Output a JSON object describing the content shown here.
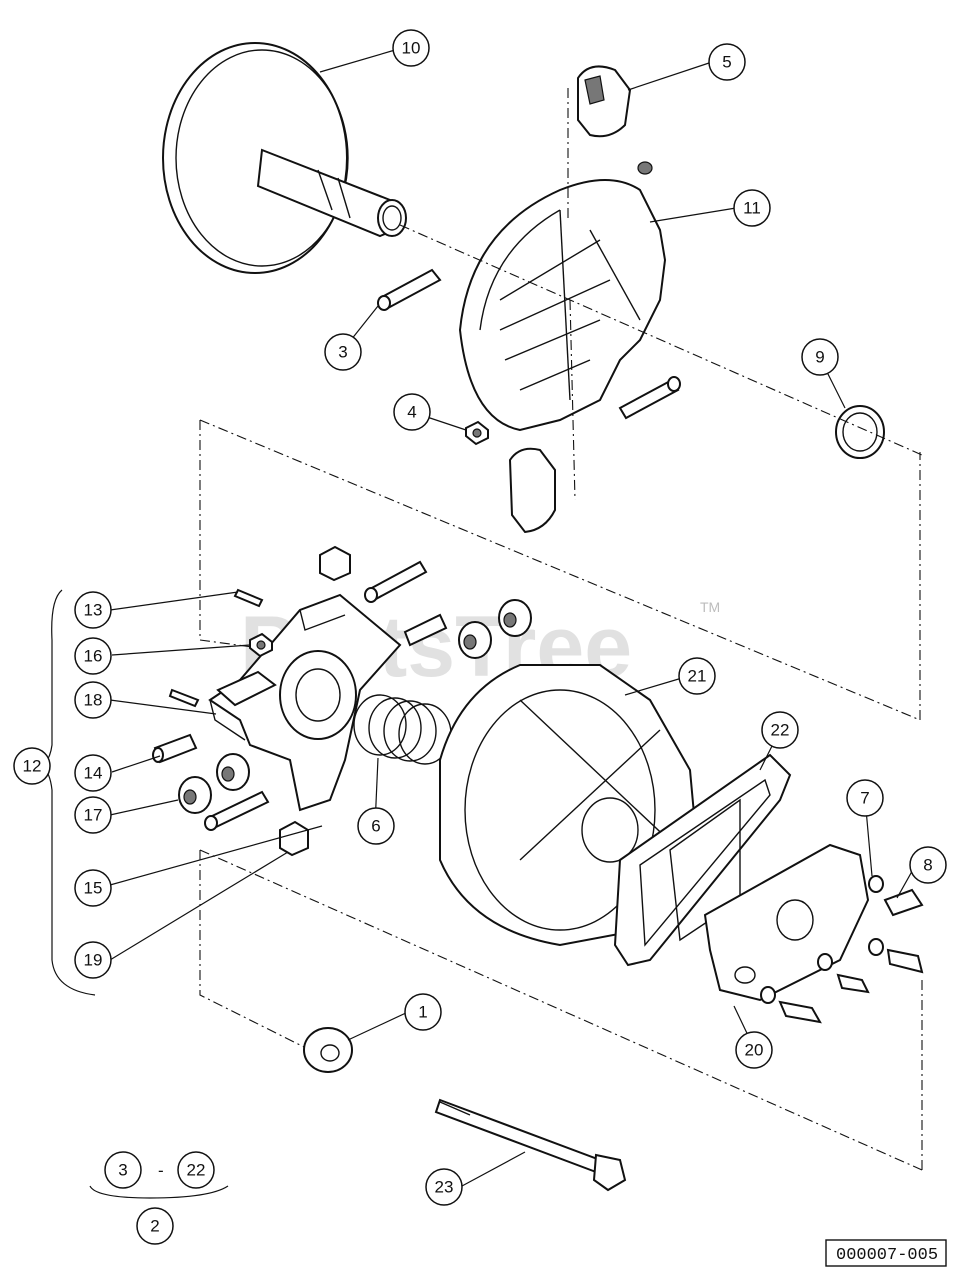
{
  "watermark": {
    "text": "PartsTree",
    "tm": "TM"
  },
  "drawing_number": "000007-005",
  "range_note": {
    "from": "3",
    "separator": "-",
    "to": "22",
    "assembly": "2"
  },
  "callouts": [
    {
      "id": "c10",
      "label": "10"
    },
    {
      "id": "c5",
      "label": "5"
    },
    {
      "id": "c11",
      "label": "11"
    },
    {
      "id": "c3",
      "label": "3"
    },
    {
      "id": "c9",
      "label": "9"
    },
    {
      "id": "c4",
      "label": "4"
    },
    {
      "id": "c13",
      "label": "13"
    },
    {
      "id": "c16",
      "label": "16"
    },
    {
      "id": "c18",
      "label": "18"
    },
    {
      "id": "c21",
      "label": "21"
    },
    {
      "id": "c22",
      "label": "22"
    },
    {
      "id": "c12",
      "label": "12"
    },
    {
      "id": "c14",
      "label": "14"
    },
    {
      "id": "c7",
      "label": "7"
    },
    {
      "id": "c8",
      "label": "8"
    },
    {
      "id": "c17",
      "label": "17"
    },
    {
      "id": "c6",
      "label": "6"
    },
    {
      "id": "c15",
      "label": "15"
    },
    {
      "id": "c19",
      "label": "19"
    },
    {
      "id": "c1",
      "label": "1"
    },
    {
      "id": "c20",
      "label": "20"
    },
    {
      "id": "c23",
      "label": "23"
    }
  ]
}
